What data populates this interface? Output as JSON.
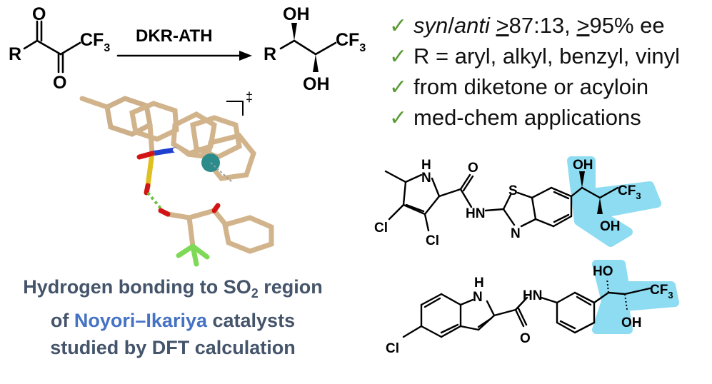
{
  "reaction": {
    "reagent_label": "DKR-ATH",
    "substituent": "R",
    "oxo": "O",
    "cf3_main": "CF",
    "cf3_sub": "3",
    "hydroxyl": "OH",
    "ts_mark": "‡"
  },
  "bullets": [
    {
      "parts": [
        {
          "text": "syn",
          "style": "italic"
        },
        {
          "text": "/",
          "style": "normal"
        },
        {
          "text": "anti",
          "style": "italic"
        },
        {
          "text": " ",
          "style": "normal"
        },
        {
          "text": ">",
          "style": "underline"
        },
        {
          "text": "87:13, ",
          "style": "normal"
        },
        {
          "text": ">",
          "style": "underline"
        },
        {
          "text": "95% ee",
          "style": "normal"
        }
      ]
    },
    {
      "parts": [
        {
          "text": "R = aryl, alkyl, benzyl, vinyl",
          "style": "normal"
        }
      ]
    },
    {
      "parts": [
        {
          "text": "from diketone or acyloin",
          "style": "normal"
        }
      ]
    },
    {
      "parts": [
        {
          "text": "med-chem applications",
          "style": "normal"
        }
      ]
    }
  ],
  "check_glyph": "✓",
  "caption": {
    "line1_a": "Hydrogen bonding to SO",
    "line1_sub": "2",
    "line1_b": " region",
    "line2_a": "of ",
    "line2_hl": "Noyori–Ikariya",
    "line2_b": " catalysts",
    "line3": "studied by DFT calculation"
  },
  "molecule1": {
    "nh": "H",
    "n": "N",
    "s": "S",
    "cl": "Cl",
    "hn": "HN",
    "o": "O",
    "oh": "OH",
    "cf": "CF",
    "three": "3"
  },
  "molecule2": {
    "nh": "H",
    "n": "N",
    "hn": "HN",
    "cl": "Cl",
    "o": "O",
    "ho": "HO",
    "oh": "OH",
    "cf": "CF",
    "three": "3"
  },
  "colors": {
    "check": "#5a9a32",
    "caption": "#44546a",
    "highlight_text": "#4472c4",
    "highlight_bg": "#8ddcf2",
    "carbon": "#d2b48c",
    "ru": "#2c8c8c",
    "oxygen": "#d21414",
    "sulfur": "#e0c020",
    "nitrogen": "#2040d0",
    "fluorine": "#7ed957"
  }
}
